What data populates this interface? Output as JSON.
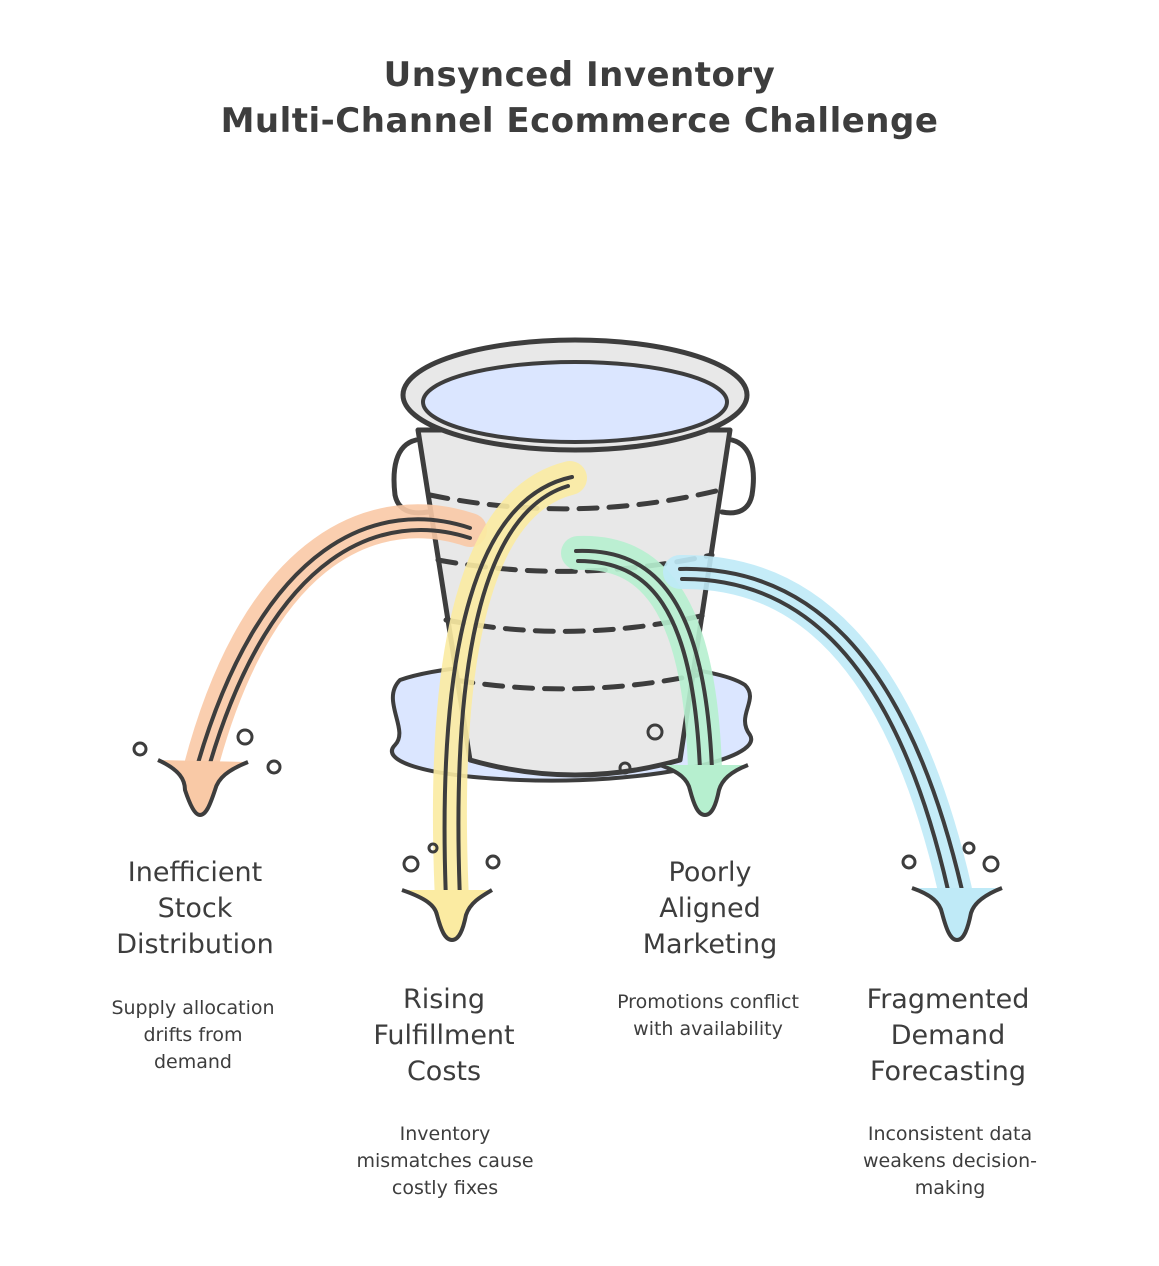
{
  "title": {
    "line1": "Unsynced Inventory",
    "line2": "Multi-Channel Ecommerce Challenge"
  },
  "leaks": [
    {
      "label_lines": [
        "Inefficient",
        "Stock",
        "Distribution"
      ],
      "desc_lines": [
        "Supply allocation",
        "drifts from",
        "demand"
      ],
      "color": "#f9c9a6"
    },
    {
      "label_lines": [
        "Rising",
        "Fulfillment",
        "Costs"
      ],
      "desc_lines": [
        "Inventory",
        "mismatches cause",
        "costly fixes"
      ],
      "color": "#fbeba2"
    },
    {
      "label_lines": [
        "Poorly",
        "Aligned",
        "Marketing"
      ],
      "desc_lines": [
        "Promotions conflict",
        "with availability"
      ],
      "color": "#b6efcf"
    },
    {
      "label_lines": [
        "Fragmented",
        "Demand",
        "Forecasting"
      ],
      "desc_lines": [
        "Inconsistent data",
        "weakens decision-",
        "making"
      ],
      "color": "#bfeaf7"
    }
  ],
  "colors": {
    "stroke": "#3d3d3d",
    "bucket_fill": "#e8e8e8",
    "water": "#dbe6ff"
  }
}
